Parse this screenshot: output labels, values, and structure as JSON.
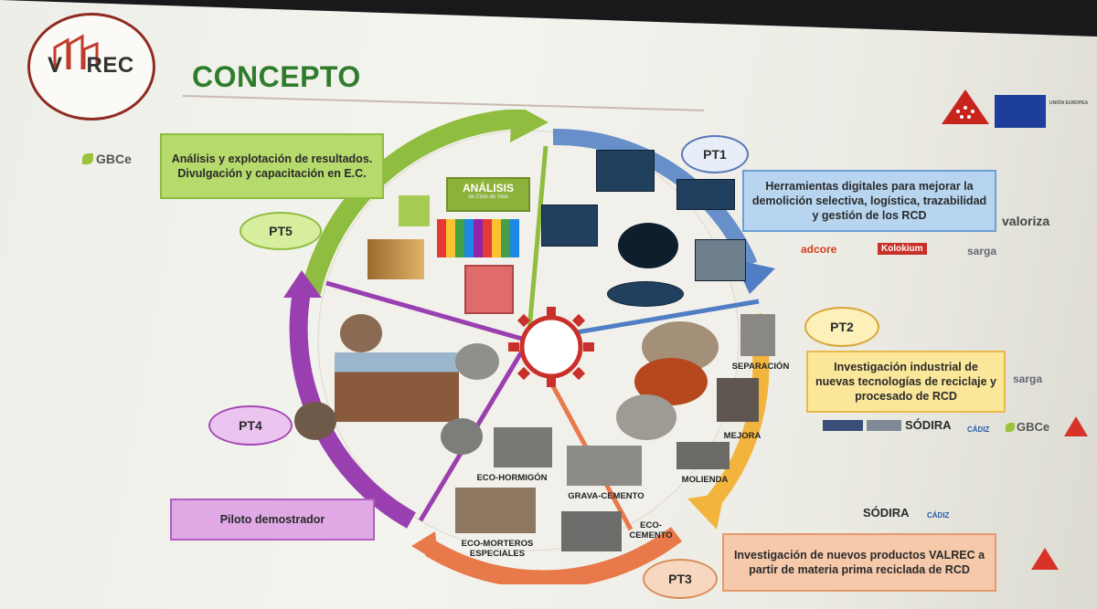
{
  "logo": {
    "text_v": "V",
    "text_rest": "REC"
  },
  "title": "CONCEPTO",
  "work_packages": {
    "pt1": {
      "label": "PT1",
      "desc": "Herramientas digitales para mejorar la demolición selectiva, logística, trazabilidad y gestión de los RCD",
      "color": "#4f7ec4"
    },
    "pt2": {
      "label": "PT2",
      "desc": "Investigación industrial de nuevas tecnologías de reciclaje y procesado de RCD",
      "color": "#f2b43c"
    },
    "pt3": {
      "label": "PT3",
      "desc": "Investigación de nuevos productos VALREC a partir de materia prima reciclada de RCD",
      "color": "#e8794a"
    },
    "pt4": {
      "label": "PT4",
      "desc": "Piloto demostrador",
      "color": "#9a3fb0"
    },
    "pt5": {
      "label": "PT5",
      "desc": "Análisis y explotación de resultados. Divulgación y capacitación en E.C.",
      "color": "#8fbd3f"
    }
  },
  "lca_panel": {
    "title": "ANÁLISIS",
    "subtitle": "de Ciclo de Vida"
  },
  "process_steps": [
    "SEPARACIÓN",
    "MEJORA",
    "MOLIENDA"
  ],
  "products": [
    "ECO-HORMIGÓN",
    "GRAVA-CEMENTO",
    "ECO-MORTEROS ESPECIALES",
    "ECO-CEMENTO"
  ],
  "partners": {
    "gbce": "GBCe",
    "valoriza": "valoriza",
    "adcore": "adcore",
    "kolokium": "Kolokium",
    "sargea": "sarga",
    "sodira": "SÓDIRA",
    "cadiz": "CÁDIZ",
    "eu_label": "UNIÓN EUROPEA"
  },
  "icons": [
    "gbce-leaf-icon",
    "madrid-stars-icon",
    "eu-flag-icon",
    "gear-icon",
    "warning-triangle-icon"
  ]
}
